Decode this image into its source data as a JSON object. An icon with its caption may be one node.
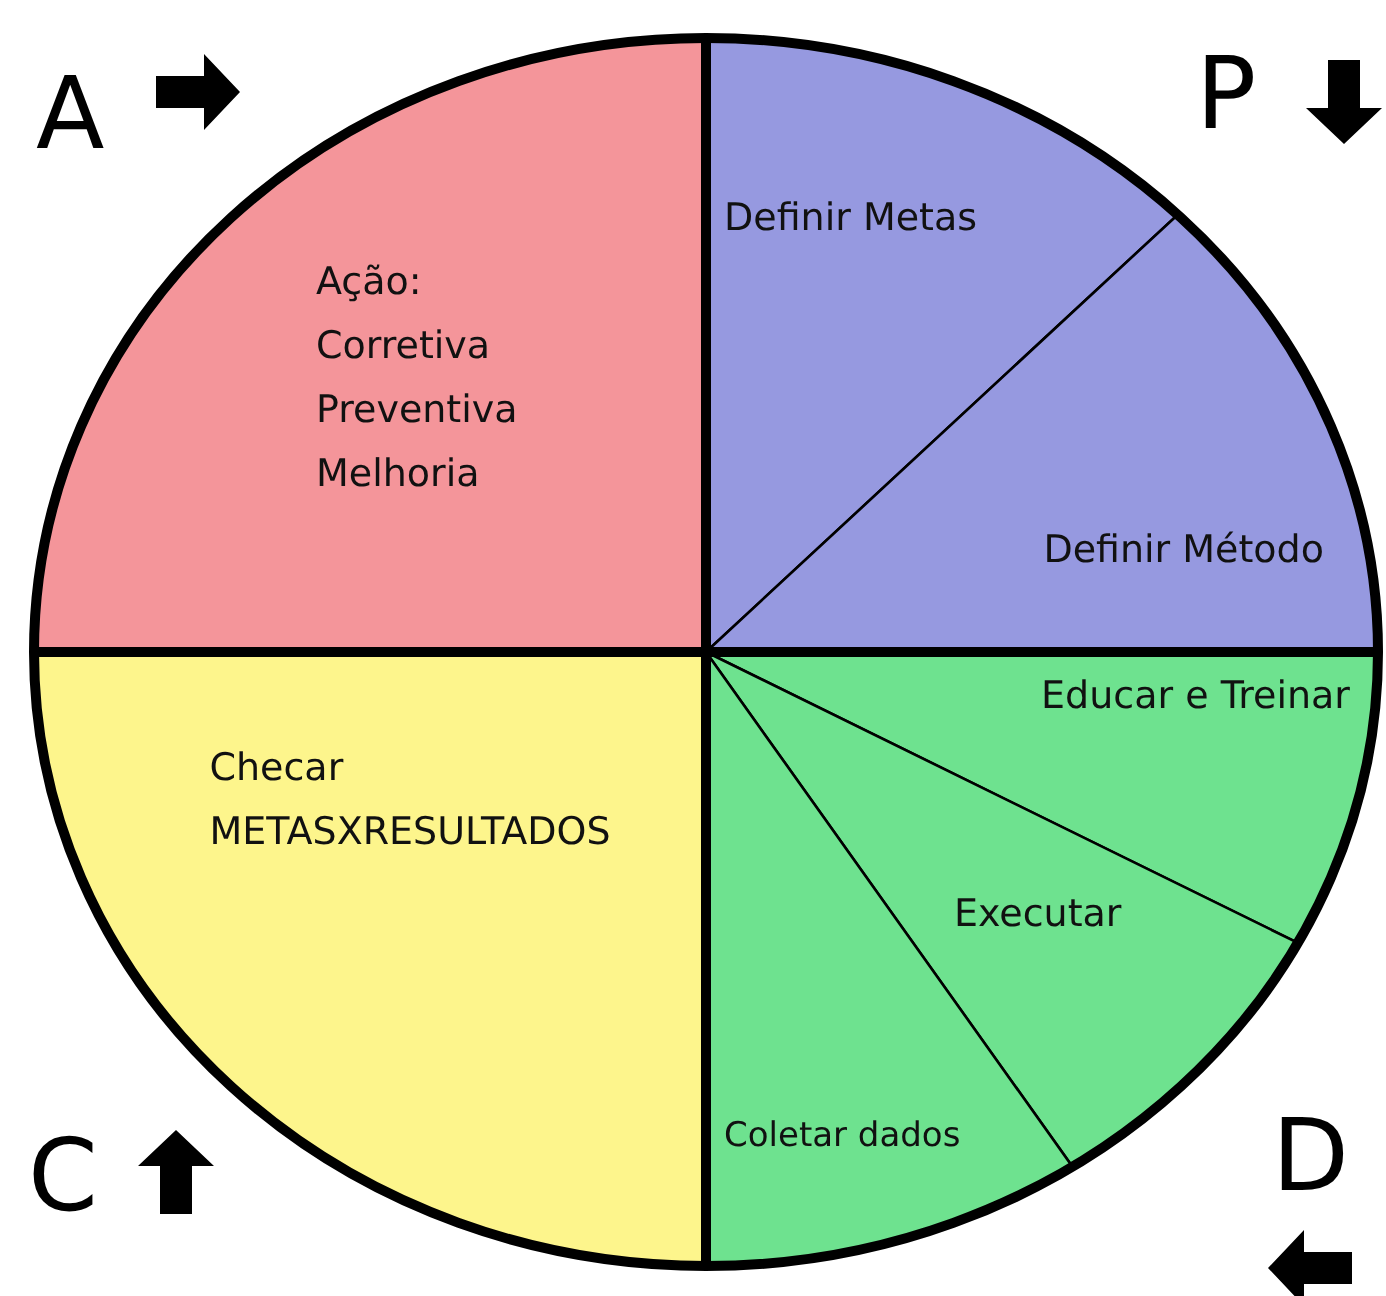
{
  "diagram": {
    "nodes": [
      {
        "text": [
          "Ação:",
          "Corretiva",
          "Preventiva",
          "Melhoria"
        ]
      },
      {
        "text": [
          "Definir Metas"
        ]
      },
      {
        "text": [
          "Definir Método"
        ]
      },
      {
        "text": [
          "Educar e Treinar"
        ]
      },
      {
        "text": [
          "Executar"
        ]
      },
      {
        "text": [
          "Coletar dados"
        ]
      },
      {
        "text": [
          "Checar",
          "METASXRESULTADOS"
        ]
      }
    ],
    "labels": [
      "A",
      "P",
      "C",
      "D"
    ]
  }
}
